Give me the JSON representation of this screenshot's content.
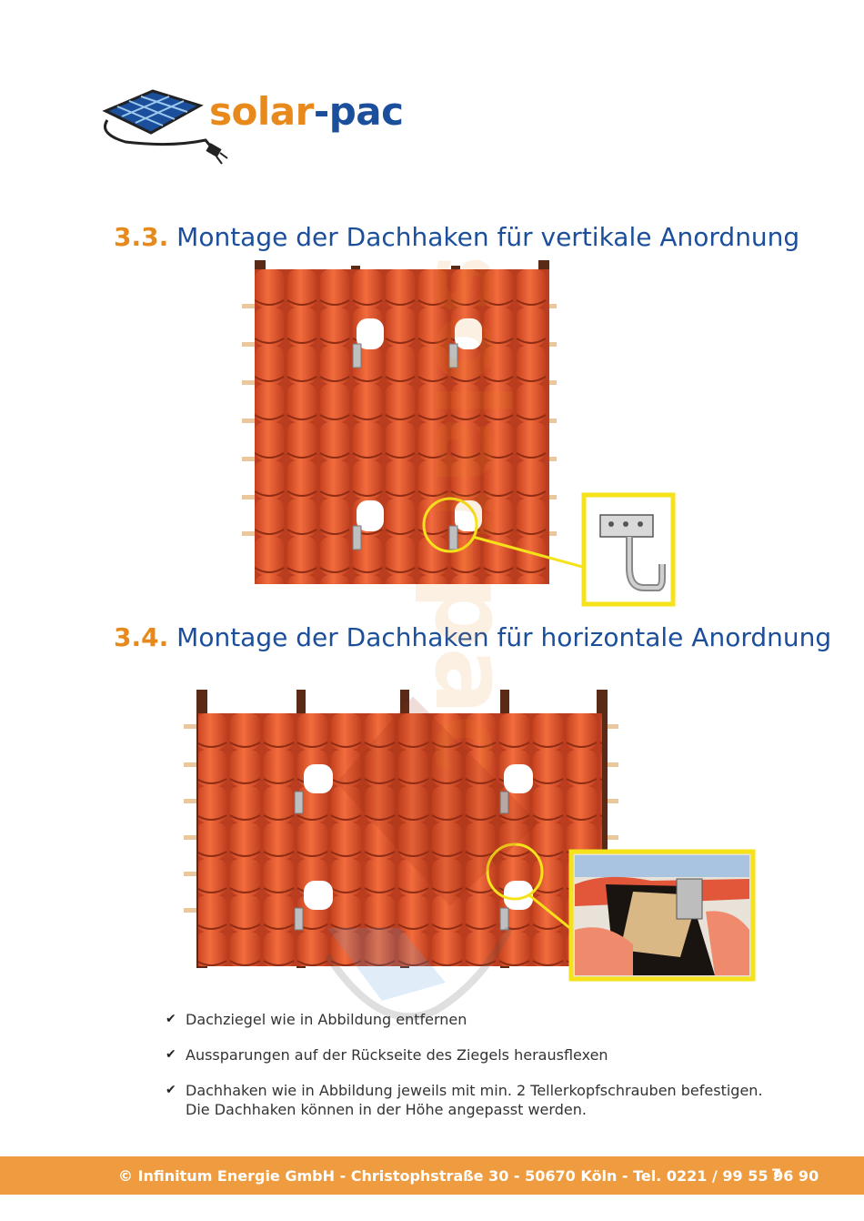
{
  "logo": {
    "part1": "solar",
    "part2": "-pac"
  },
  "section_33": {
    "number": "3.3.",
    "title": "Montage der Dachhaken für vertikale Anordnung"
  },
  "section_34": {
    "number": "3.4.",
    "title": "Montage der Dachhaken für horizontale Anordnung"
  },
  "bullets": [
    {
      "text": "Dachziegel wie in Abbildung entfernen"
    },
    {
      "text": "Aussparungen auf der Rückseite des Ziegels herausflexen"
    },
    {
      "text": "Dachhaken wie in Abbildung jeweils mit min. 2 Tellerkopfschrauben befestigen."
    },
    {
      "text": "Die Dachhaken können in der Höhe angepasst werden."
    }
  ],
  "footer": {
    "text": "© Infinitum Energie GmbH - Christophstraße 30 - 50670 Köln - Tel. 0221 / 99 55 96 90",
    "page": "7"
  },
  "colors": {
    "brand_blue": "#1b4f9c",
    "brand_orange": "#e8891c",
    "footer_bg": "#ee9c3f",
    "highlight": "#f5e21a",
    "tile": "#e0562d"
  },
  "icons": [
    "solar-panel-plug-icon",
    "check-icon",
    "roof-hook-photo",
    "mounted-hook-photo"
  ]
}
